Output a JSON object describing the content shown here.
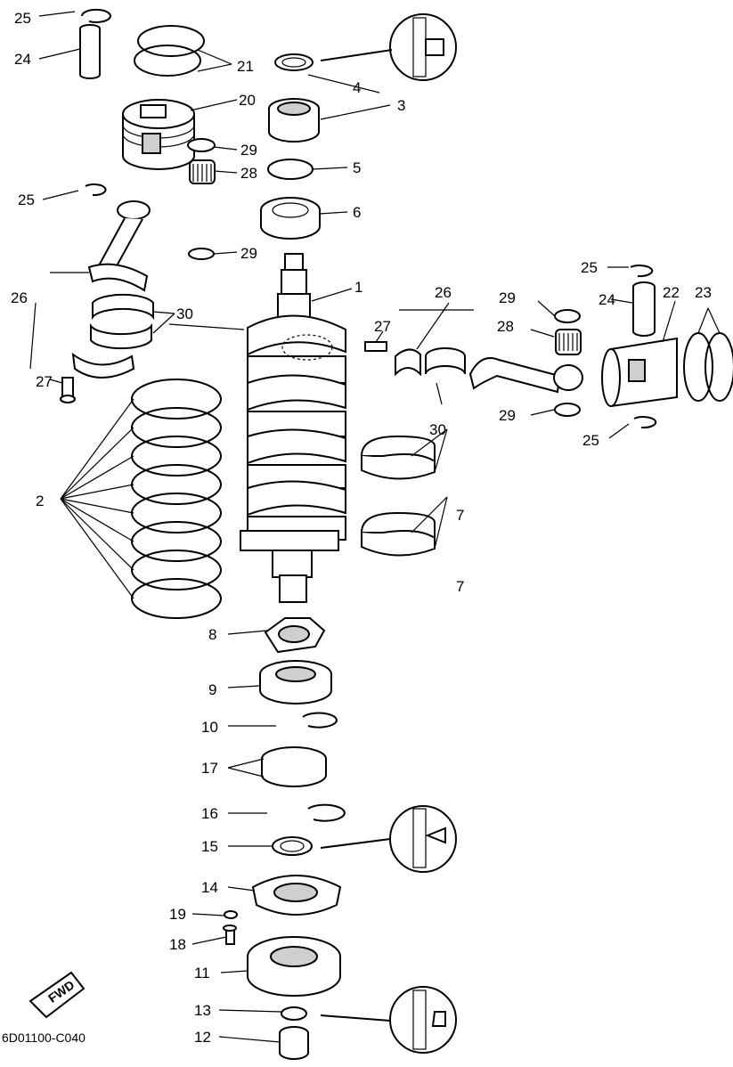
{
  "diagram": {
    "figure_code": "6D01100-C040",
    "direction_badge": "FWD",
    "labels": [
      "1",
      "2",
      "3",
      "4",
      "5",
      "6",
      "7",
      "8",
      "9",
      "10",
      "11",
      "12",
      "13",
      "14",
      "15",
      "16",
      "17",
      "18",
      "19",
      "20",
      "21",
      "22",
      "23",
      "24",
      "25",
      "26",
      "27",
      "28",
      "29",
      "30"
    ]
  }
}
